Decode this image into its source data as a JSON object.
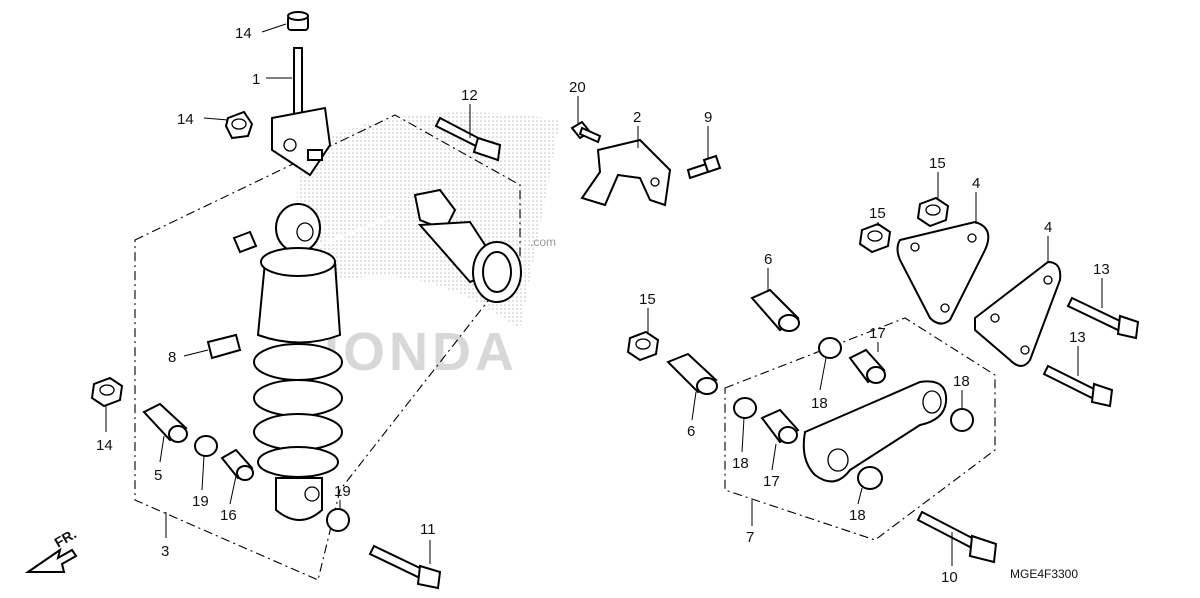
{
  "diagram": {
    "code": "MGE4F3300",
    "direction": "FR.",
    "watermark": "HONDA",
    "watermark_site": ".com"
  },
  "callouts": [
    {
      "id": "c14a",
      "label": "14"
    },
    {
      "id": "c1",
      "label": "1"
    },
    {
      "id": "c14b",
      "label": "14"
    },
    {
      "id": "c12",
      "label": "12"
    },
    {
      "id": "c20",
      "label": "20"
    },
    {
      "id": "c2",
      "label": "2"
    },
    {
      "id": "c9",
      "label": "9"
    },
    {
      "id": "c15a",
      "label": "15"
    },
    {
      "id": "c4a",
      "label": "4"
    },
    {
      "id": "c15b",
      "label": "15"
    },
    {
      "id": "c4b",
      "label": "4"
    },
    {
      "id": "c13a",
      "label": "13"
    },
    {
      "id": "c6a",
      "label": "6"
    },
    {
      "id": "c15c",
      "label": "15"
    },
    {
      "id": "c17a",
      "label": "17"
    },
    {
      "id": "c13b",
      "label": "13"
    },
    {
      "id": "c8",
      "label": "8"
    },
    {
      "id": "c18a",
      "label": "18"
    },
    {
      "id": "c18b",
      "label": "18"
    },
    {
      "id": "c6b",
      "label": "6"
    },
    {
      "id": "c14c",
      "label": "14"
    },
    {
      "id": "c5",
      "label": "5"
    },
    {
      "id": "c19a",
      "label": "19"
    },
    {
      "id": "c16",
      "label": "16"
    },
    {
      "id": "c19b",
      "label": "19"
    },
    {
      "id": "c18c",
      "label": "18"
    },
    {
      "id": "c17b",
      "label": "17"
    },
    {
      "id": "c18d",
      "label": "18"
    },
    {
      "id": "c3",
      "label": "3"
    },
    {
      "id": "c11",
      "label": "11"
    },
    {
      "id": "c7",
      "label": "7"
    },
    {
      "id": "c10",
      "label": "10"
    }
  ]
}
